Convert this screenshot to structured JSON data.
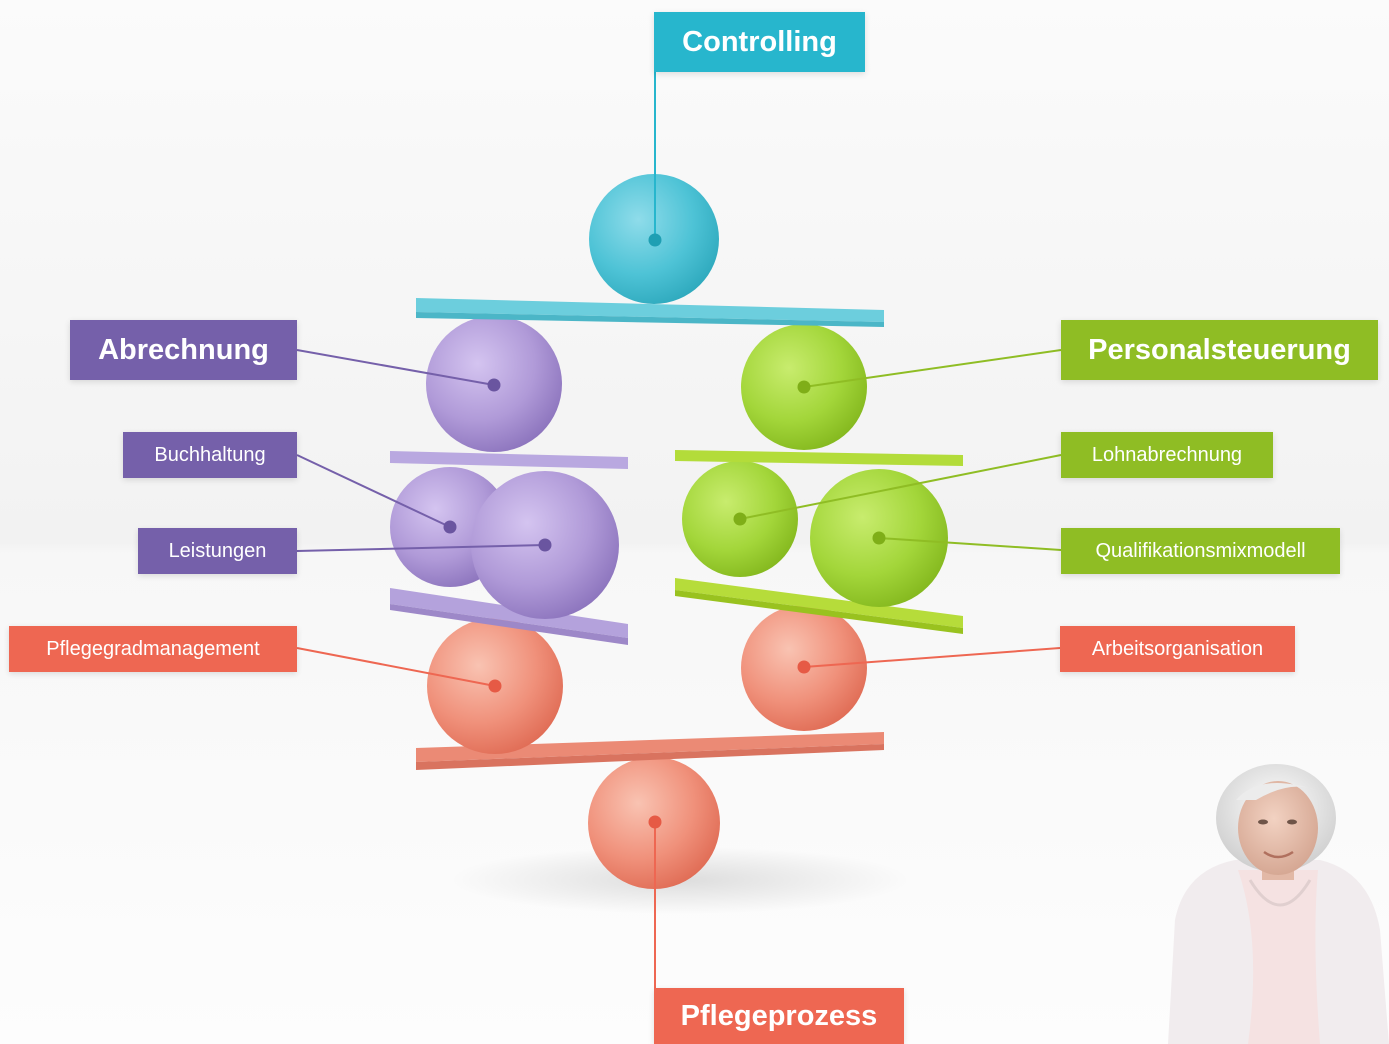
{
  "colors": {
    "cyan": "#27b6cd",
    "purple": "#7560aa",
    "green": "#8fbd24",
    "coral": "#ee6752"
  },
  "labels": {
    "controlling": "Controlling",
    "abrechnung": "Abrechnung",
    "personalsteuerung": "Personalsteuerung",
    "buchhaltung": "Buchhaltung",
    "lohnabrechnung": "Lohnabrechnung",
    "leistungen": "Leistungen",
    "qualifikationsmixmodell": "Qualifikationsmixmodell",
    "pflegegradmanagement": "Pflegegradmanagement",
    "arbeitsorganisation": "Arbeitsorganisation",
    "pflegeprozess": "Pflegeprozess"
  },
  "photo": {
    "subject": "elderly-woman-portrait"
  }
}
